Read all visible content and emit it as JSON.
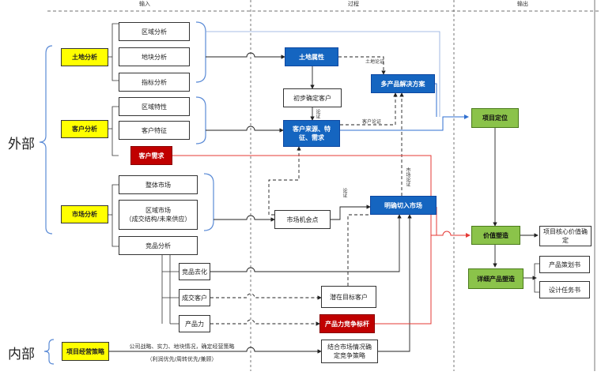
{
  "headers": {
    "input": "输入",
    "process": "过程",
    "output": "输出"
  },
  "sides": {
    "external": "外部",
    "internal": "内部"
  },
  "input": {
    "land_analysis": "土地分析",
    "land_items": [
      "区域分析",
      "地块分析",
      "指标分析"
    ],
    "customer_analysis": "客户分析",
    "customer_items": [
      "区域特性",
      "客户特征"
    ],
    "customer_demand": "客户需求",
    "market_analysis": "市场分析",
    "market_items": [
      "整体市场",
      "区域市场\n（成交结构/未来供应）",
      "竞品分析"
    ],
    "competitor_items": [
      "竞品去化",
      "成交客户",
      "产品力"
    ],
    "business_strategy": "项目经营策略",
    "business_strategy_note_1": "公司战略、实力、地块情况，确定经营策略",
    "business_strategy_note_2": "（利润优先/周转优先/兼顾）"
  },
  "process": {
    "land_attr": "土地属性",
    "initial_customer": "初步确定客户",
    "customer_source": "客户来源、特征、需求",
    "multi_product": "多产品解决方案",
    "market_opportunity": "市场机会点",
    "market_entry": "明确切入市场",
    "potential_customer": "潜在目标客户",
    "product_benchmark": "产品力竞争标杆",
    "combined_strategy": "结合市场情况确定竞争策略",
    "label_land_verify": "土地论证",
    "label_customer_verify": "客户论证",
    "label_verify_1": "论证",
    "label_verify_2": "论证",
    "label_market_verify": "市场论证"
  },
  "output": {
    "project_positioning": "项目定位",
    "value_creation": "价值塑造",
    "core_value": "项目核心价值确定",
    "detailed_product": "详细产品塑造",
    "product_plan": "产品策划书",
    "design_brief": "设计任务书"
  },
  "colors": {
    "yellow": "#ffff00",
    "blue": "#1565c0",
    "red": "#c00000",
    "green": "#8bc34a",
    "bracket": "#5b8bd6",
    "line_red": "#e53935",
    "line_blue": "#2f6fd0"
  }
}
